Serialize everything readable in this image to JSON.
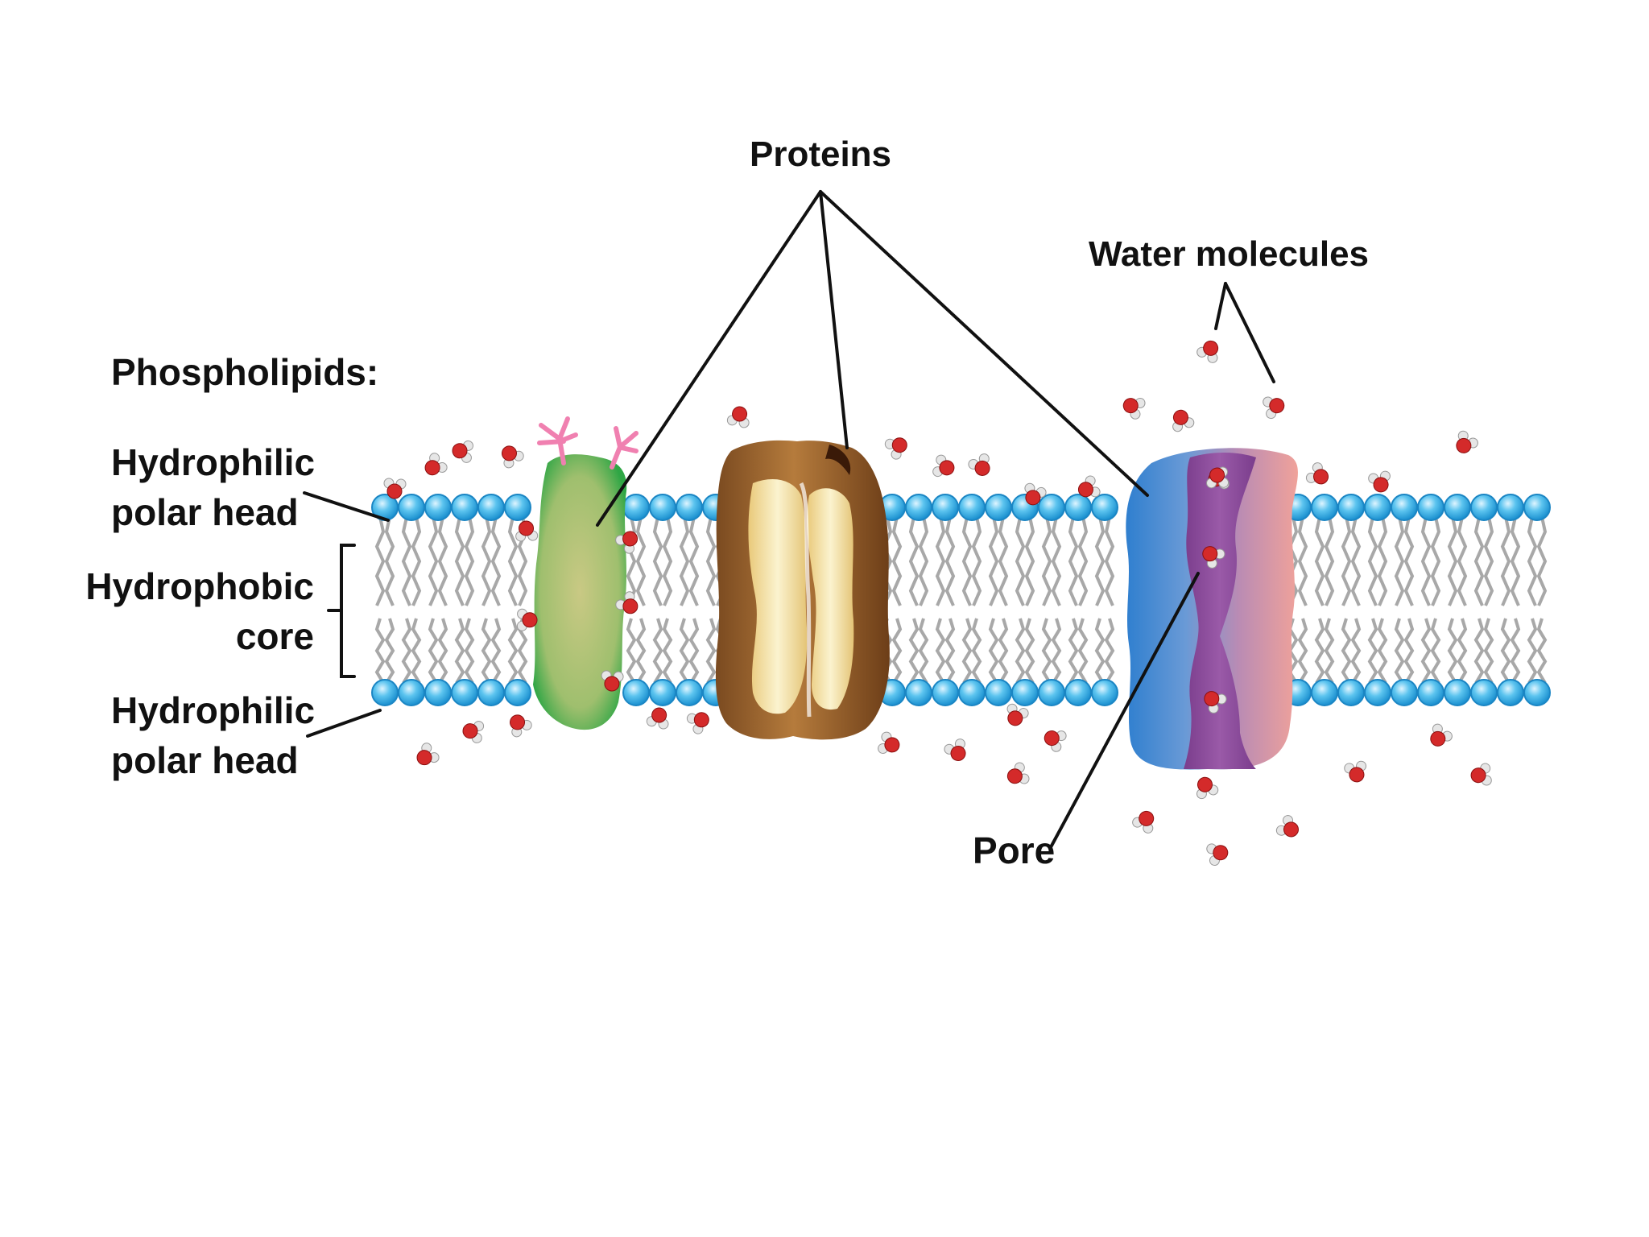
{
  "labels": {
    "proteins": "Proteins",
    "water_molecules": "Water molecules",
    "phospholipids": "Phospholipids:",
    "hydrophilic_top_line1": "Hydrophilic",
    "hydrophilic_top_line2": "polar head",
    "hydrophobic_line1": "Hydrophobic",
    "hydrophobic_line2": "core",
    "hydrophilic_bottom_line1": "Hydrophilic",
    "hydrophilic_bottom_line2": "polar head",
    "pore": "Pore"
  },
  "colors": {
    "head_fill": "#29a9e0",
    "head_highlight": "#bfe9fb",
    "tail": "#a8a8a8",
    "glycoprotein": "#3fae49",
    "glycoprotein_core": "#c0c27a",
    "sugar_chain": "#f080b0",
    "carrier_protein": "#8a5a2b",
    "carrier_core": "#f2e3a0",
    "channel_protein_left": "#4a8fd0",
    "channel_protein_right": "#e8a0a0",
    "channel_pore": "#8e4a9a",
    "water_oxygen": "#d42a2a",
    "water_hydrogen": "#e6e6e6"
  },
  "icons": {
    "phospholipid": "phospholipid-icon",
    "water": "water-molecule-icon"
  }
}
